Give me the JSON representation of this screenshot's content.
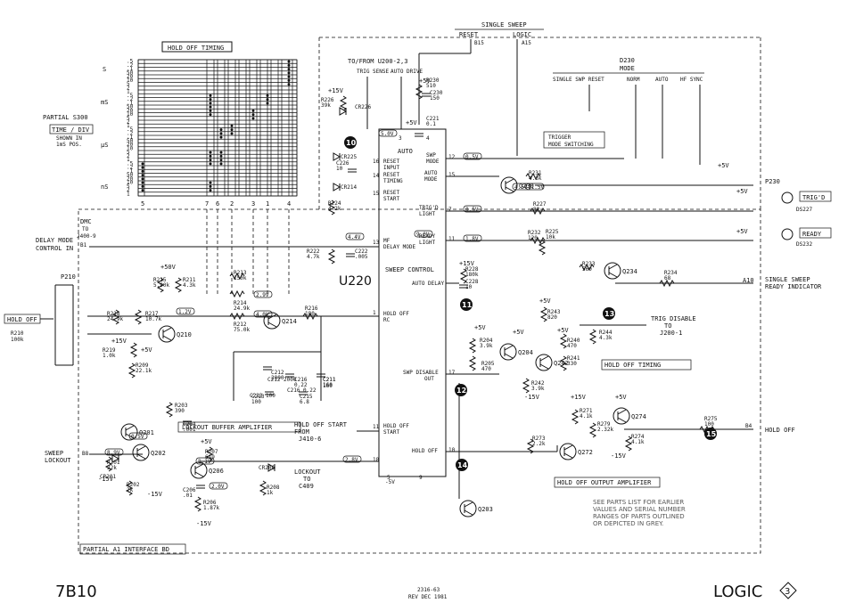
{
  "diagram": {
    "ic_name": "U220",
    "timing_table_title": "HOLD OFF TIMING",
    "timing_switch_label": "PARTIAL S300 TIME/DIV",
    "timing_switch_note": "SHOWN IN 1mS POS.",
    "time_units": [
      "S",
      "mS",
      "µS",
      "nS"
    ],
    "time_rows": [
      ".5",
      ".2",
      ".1",
      "50",
      "20",
      "10",
      "5",
      "2",
      "1",
      ".5",
      ".2",
      ".1",
      "50",
      "20",
      "10",
      "5",
      "2",
      "1",
      ".5",
      ".2",
      ".1",
      "50",
      "20",
      "10",
      "5",
      "2",
      "1",
      ".5",
      ".2",
      ".1",
      "50",
      "20",
      "10",
      "5",
      "2",
      "1"
    ],
    "col_numbers": [
      "5",
      "7",
      "6",
      "2",
      "3",
      "1",
      "4"
    ],
    "single_sweep": {
      "title": "SINGLE SWEEP",
      "reset": "RESET",
      "logic": "LOGIC",
      "b15": "B15",
      "a15": "A15"
    },
    "to_from": "TO/FROM U200-2,3",
    "trig_sense": "TRIG SENSE",
    "auto_drive": "AUTO DRIVE",
    "d230": {
      "title": "D230",
      "mode": "MODE",
      "single_swp_reset": "SINGLE SWP RESET",
      "norm": "NORM",
      "auto": "AUTO",
      "hf_sync": "HF SYNC"
    },
    "trigger_mode_switching": "TRIGGER MODE SWITCHING",
    "pins_left": [
      "RESET INPUT",
      "RESET TIMING",
      "RESET START",
      "MF DELAY MODE",
      "HOLD OFF RC",
      "HOLD OFF START"
    ],
    "pins_right": [
      "SWP MODE",
      "AUTO MODE",
      "TRIG'D LIGHT",
      "READY LIGHT",
      "AUTO DELAY",
      "SWP DISABLE OUT",
      "HOLD OFF"
    ],
    "sweep_control": "SWEEP CONTROL",
    "auto_label": "AUTO",
    "p230": "P230",
    "trigd": "TRIG'D",
    "ready": "READY",
    "ds227": "DS227",
    "ds232": "DS232",
    "dmc": "DMC TO J400-9",
    "delay_mode": "DELAY MODE CONTROL IN",
    "b1": "B1",
    "p210": "P210",
    "hold_off": "HOLD OFF",
    "r210": "R210 100k",
    "single_sweep_ready": "SINGLE SWEEP READY INDICATOR",
    "a10": "A10",
    "trig_disable": "TRIG DISABLE TO J200-1",
    "hold_off_timing_label": "HOLD OFF TIMING",
    "hold_off_start": "HOLD OFF START FROM J410-6",
    "lockout_buffer": "LOCKOUT BUFFER AMPLIFIER",
    "sweep_lockout": "SWEEP LOCKOUT",
    "b8": "B8",
    "lockout": "LOCKOUT TO C409",
    "hold_off_output_amp": "HOLD OFF OUTPUT AMPLIFIER",
    "b4": "B4",
    "hold_off_out": "HOLD OFF",
    "note": [
      "SEE PARTS LIST FOR EARLIER",
      "VALUES AND SERIAL NUMBER",
      "RANGES OF PARTS OUTLINED",
      "OR DEPICTED IN GREY."
    ],
    "partial_board": "PARTIAL A1 INTERFACE BD",
    "transistors": [
      "Q210",
      "Q214",
      "Q201",
      "Q202",
      "Q206",
      "Q230",
      "Q234",
      "Q204",
      "Q242",
      "Q272",
      "Q274",
      "Q203"
    ],
    "callouts": [
      "10",
      "11",
      "12",
      "13",
      "14",
      "15"
    ],
    "supplies": {
      "p15": "+15V",
      "m15": "-15V",
      "p5": "+5V",
      "m5": "-5V",
      "p50": "+50V"
    },
    "resistors": [
      {
        "n": "R226",
        "v": "39k"
      },
      {
        "n": "R230",
        "v": "510"
      },
      {
        "n": "R224",
        "v": "4.2k"
      },
      {
        "n": "R222",
        "v": "4.7k"
      },
      {
        "n": "R231",
        "v": "4.3k"
      },
      {
        "n": "R227",
        "v": "82"
      },
      {
        "n": "R232",
        "v": "120"
      },
      {
        "n": "R225",
        "v": "10k"
      },
      {
        "n": "R233",
        "v": "560"
      },
      {
        "n": "R234",
        "v": "68"
      },
      {
        "n": "R228",
        "v": "180k"
      },
      {
        "n": "R215",
        "v": "5.90k"
      },
      {
        "n": "R211",
        "v": "4.3k"
      },
      {
        "n": "R213",
        "v": "150k"
      },
      {
        "n": "R214",
        "v": "24.9k"
      },
      {
        "n": "R212",
        "v": "75.0k"
      },
      {
        "n": "R216",
        "v": "180"
      },
      {
        "n": "R218",
        "v": "24.9k"
      },
      {
        "n": "R217",
        "v": "10.7k"
      },
      {
        "n": "R219",
        "v": "1.0k"
      },
      {
        "n": "R209",
        "v": "22.1k"
      },
      {
        "n": "R243",
        "v": "820"
      },
      {
        "n": "R244",
        "v": "4.3k"
      },
      {
        "n": "R240",
        "v": "470"
      },
      {
        "n": "R241",
        "v": "330"
      },
      {
        "n": "R204",
        "v": "3.9k"
      },
      {
        "n": "R205",
        "v": "470"
      },
      {
        "n": "R242",
        "v": "3.9k"
      },
      {
        "n": "R203",
        "v": "390"
      },
      {
        "n": "R207",
        "v": "619"
      },
      {
        "n": "R201",
        "v": "22k"
      },
      {
        "n": "R202",
        "v": "2k"
      },
      {
        "n": "R206",
        "v": "1.87k"
      },
      {
        "n": "R208",
        "v": "1k"
      },
      {
        "n": "R271",
        "v": "4.1k"
      },
      {
        "n": "R279",
        "v": "2.32k"
      },
      {
        "n": "R274",
        "v": "4.1k"
      },
      {
        "n": "R275",
        "v": "100"
      },
      {
        "n": "R273",
        "v": "2.2k"
      }
    ],
    "capacitors": [
      {
        "n": "C230",
        "v": "150"
      },
      {
        "n": "C221",
        "v": "0.1"
      },
      {
        "n": "C226",
        "v": "10"
      },
      {
        "n": "C222",
        "v": ".005"
      },
      {
        "n": "C228",
        "v": "10"
      },
      {
        "n": "C212",
        "v": "2000"
      },
      {
        "n": "C213",
        "v": "100"
      },
      {
        "n": "C216",
        "v": "0.22"
      },
      {
        "n": "C215",
        "v": "6.8"
      },
      {
        "n": "C211",
        "v": "160"
      },
      {
        "n": "C204",
        "v": ".001"
      },
      {
        "n": "C206",
        "v": ".01"
      }
    ],
    "diodes": [
      "CR226",
      "CR225",
      "CR214",
      "CR201",
      "CR206"
    ],
    "volts": [
      "0.5V",
      "0.5V",
      "1.8V",
      "4.4V",
      "1.2V",
      "2.9V",
      "4.0V",
      "11.5V",
      "2.8V",
      "5.0V",
      "0.5V",
      "8.9V",
      "2.0V",
      "8.1V",
      "9.0V",
      "4.5V"
    ]
  },
  "footer": {
    "model": "7B10",
    "doc_num": "2316-63",
    "rev": "REV DEC 1981",
    "section": "LOGIC",
    "diagram_number": "3"
  }
}
